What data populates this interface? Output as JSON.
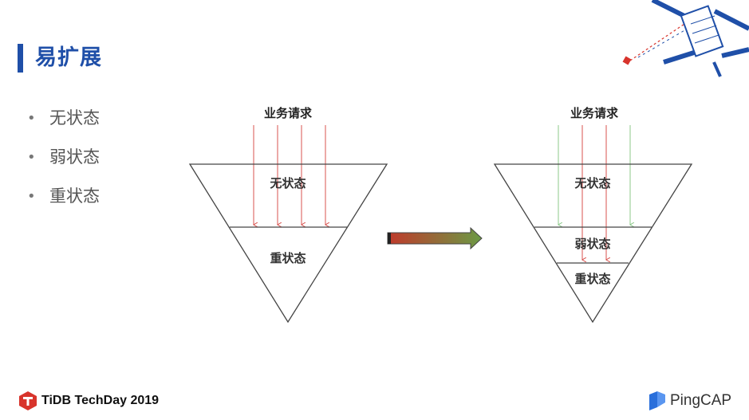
{
  "slide": {
    "title": "易扩展",
    "bullets": [
      "无状态",
      "弱状态",
      "重状态"
    ]
  },
  "left_diagram": {
    "request_label": "业务请求",
    "top_label": "无状态",
    "bottom_label": "重状态"
  },
  "right_diagram": {
    "request_label": "业务请求",
    "top_label": "无状态",
    "middle_label": "弱状态",
    "bottom_label": "重状态"
  },
  "footer": {
    "left_brand": "TiDB TechDay 2019",
    "right_brand": "PingCAP"
  },
  "colors": {
    "title_blue": "#1f4fa8",
    "request_red": "#d9534f",
    "request_green": "#8cc98a",
    "arrow_start": "#c0392b",
    "arrow_end": "#5d8c3c",
    "tidb_red": "#d8342c",
    "pingcap_blue": "#2a6fdb"
  },
  "icons": [
    "satellite-icon",
    "gradient-arrow-icon",
    "tidb-logo-icon",
    "pingcap-logo-icon"
  ]
}
